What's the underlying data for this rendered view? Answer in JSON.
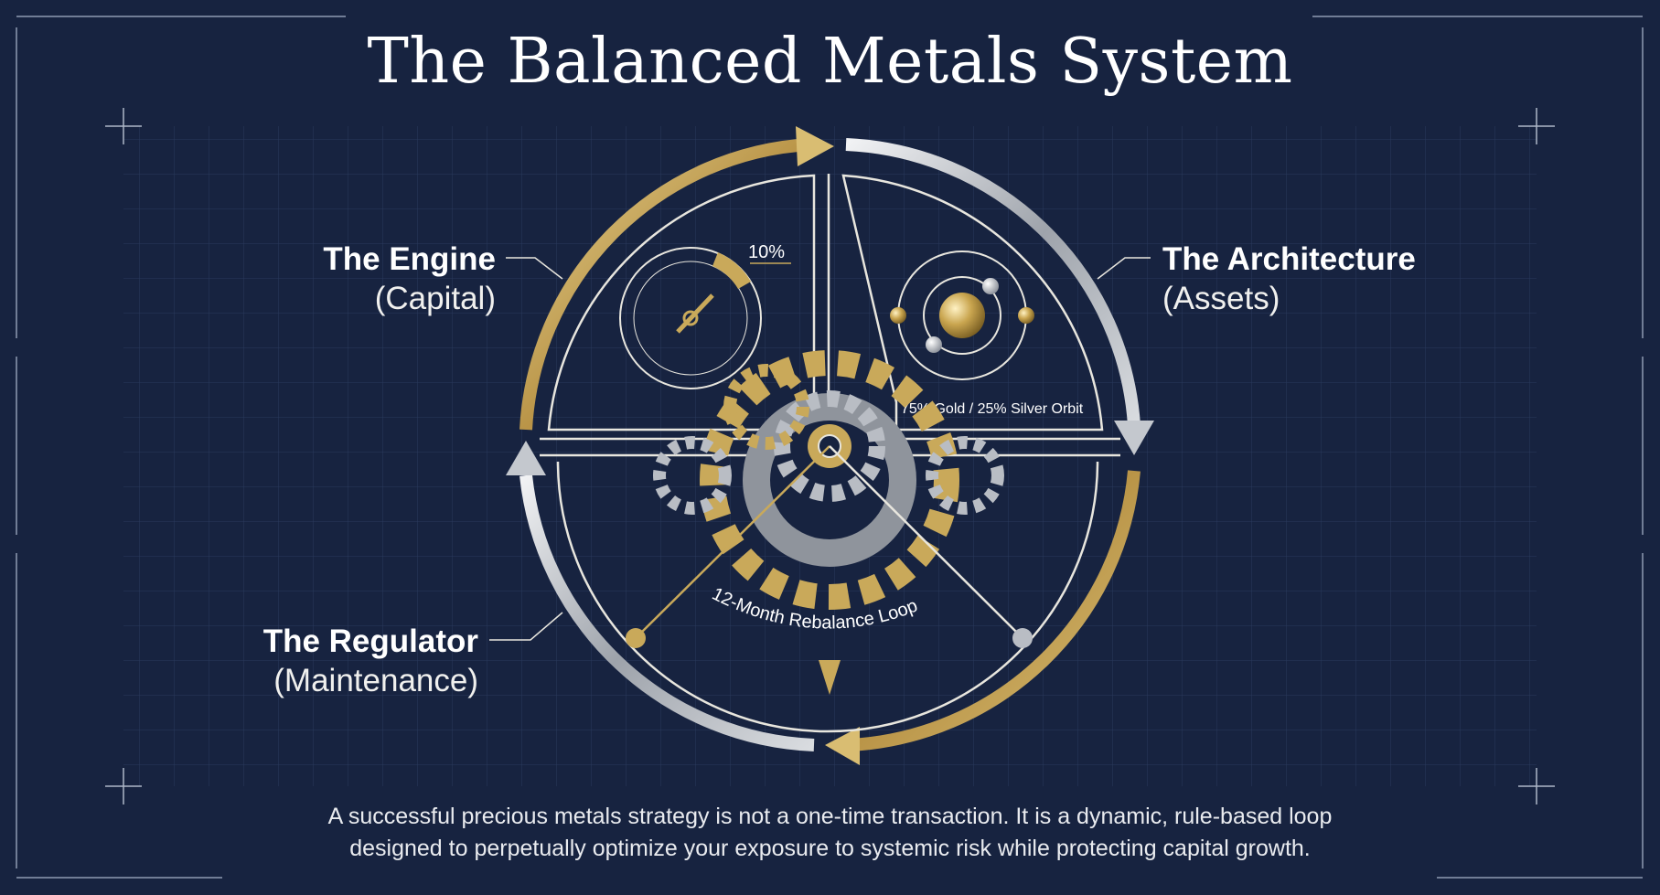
{
  "title": "The Balanced Metals System",
  "components": {
    "engine": {
      "name": "The Engine",
      "sub": "(Capital)",
      "gauge_value": "10%"
    },
    "architecture": {
      "name": "The Architecture",
      "sub": "(Assets)",
      "orbit_caption": "75% Gold / 25% Silver Orbit"
    },
    "regulator": {
      "name": "The Regulator",
      "sub": "(Maintenance)",
      "loop_caption": "12-Month Rebalance Loop"
    }
  },
  "footer": {
    "line1": "A successful precious metals strategy is not a one-time transaction. It is a dynamic, rule-based loop",
    "line2": "designed to perpetually optimize your exposure to systemic risk while protecting capital growth."
  },
  "colors": {
    "background": "#172340",
    "gold": "#c9a95a",
    "silver": "#b9bdc4",
    "line": "#e8e6de"
  }
}
